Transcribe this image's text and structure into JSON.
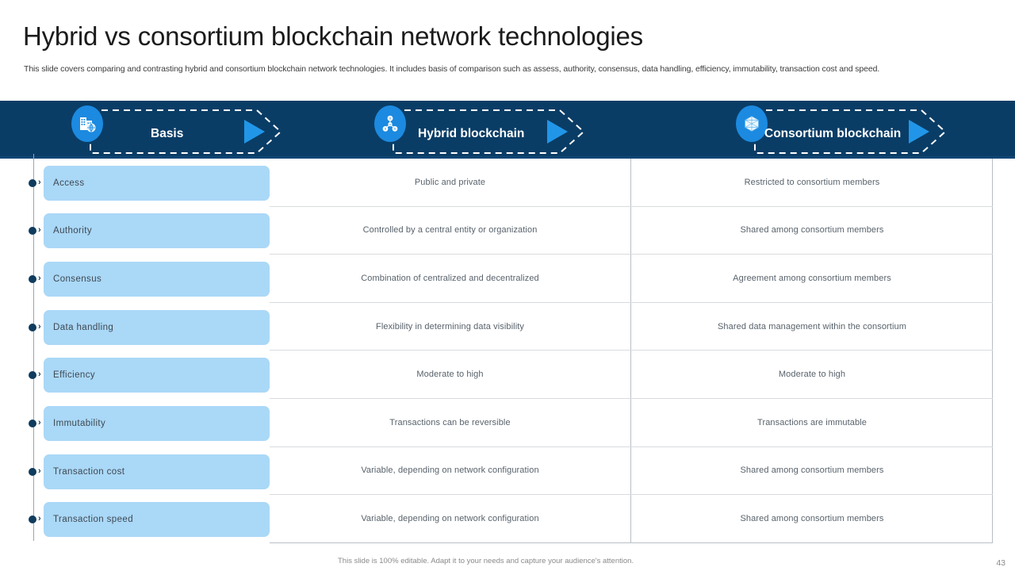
{
  "slide": {
    "title": "Hybrid vs consortium blockchain network technologies",
    "subtitle": "This slide covers comparing and contrasting hybrid and consortium blockchain network technologies. It includes basis of comparison such as assess, authority, consensus, data handling, efficiency, immutability, transaction cost and speed.",
    "footnote": "This slide is 100% editable. Adapt it to your needs and capture your audience's attention.",
    "page_number": "43"
  },
  "colors": {
    "header_navy": "#0a3d66",
    "icon_blue": "#1c8ae0",
    "pill_blue": "#aad8f7",
    "arrow_blue": "#2196e8",
    "body_text": "#58626b"
  },
  "headers": [
    {
      "label": "Basis",
      "icon": "city-buildings-icon"
    },
    {
      "label": "Hybrid blockchain",
      "icon": "network-nodes-icon"
    },
    {
      "label": "Consortium blockchain",
      "icon": "polyhedron-icon"
    }
  ],
  "table": {
    "basis_labels": [
      "Access",
      "Authority",
      "Consensus",
      "Data handling",
      "Efficiency",
      "Immutability",
      "Transaction cost",
      "Transaction speed"
    ],
    "rows": [
      {
        "basis": "Access",
        "hybrid": "Public and private",
        "consortium": "Restricted to consortium members"
      },
      {
        "basis": "Authority",
        "hybrid": "Controlled by a central entity or organization",
        "consortium": "Shared among consortium members"
      },
      {
        "basis": "Consensus",
        "hybrid": "Combination of centralized and decentralized",
        "consortium": "Agreement among consortium members"
      },
      {
        "basis": "Data handling",
        "hybrid": "Flexibility in determining data visibility",
        "consortium": "Shared data management within the consortium"
      },
      {
        "basis": "Efficiency",
        "hybrid": "Moderate to high",
        "consortium": "Moderate to high"
      },
      {
        "basis": "Immutability",
        "hybrid": "Transactions can be reversible",
        "consortium": "Transactions are immutable"
      },
      {
        "basis": "Transaction cost",
        "hybrid": "Variable, depending on network configuration",
        "consortium": "Shared among consortium members"
      },
      {
        "basis": "Transaction speed",
        "hybrid": "Variable, depending on network configuration",
        "consortium": "Shared among consortium members"
      }
    ]
  }
}
